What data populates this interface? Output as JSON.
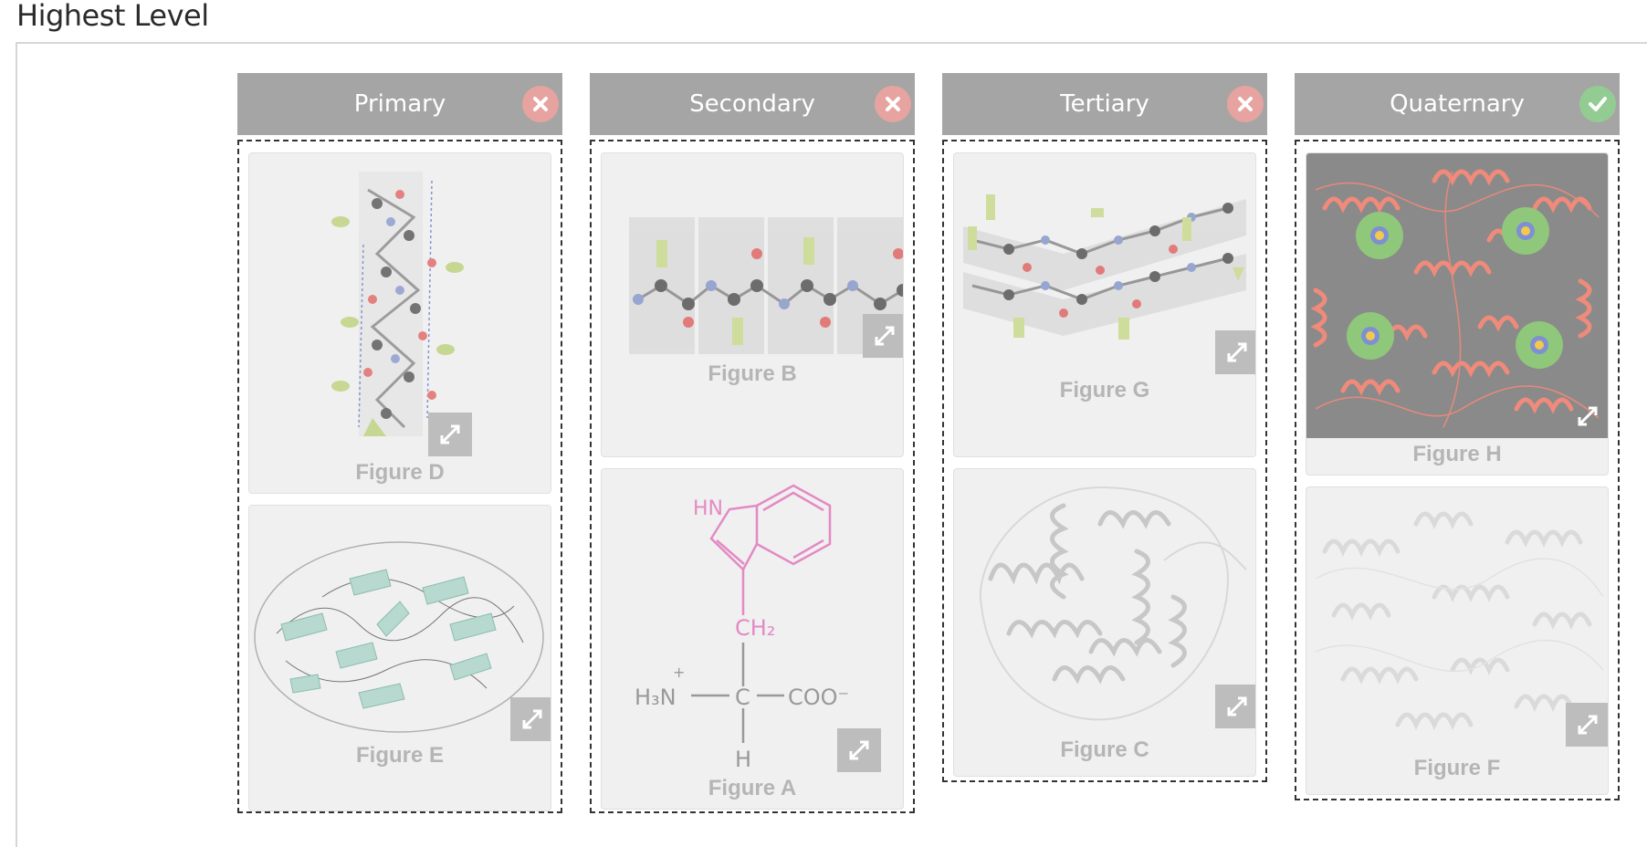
{
  "page": {
    "title": "Highest Level"
  },
  "columns": [
    {
      "label": "Primary",
      "status": "incorrect",
      "cards": [
        {
          "label": "Figure D"
        },
        {
          "label": "Figure E"
        }
      ]
    },
    {
      "label": "Secondary",
      "status": "incorrect",
      "cards": [
        {
          "label": "Figure B"
        },
        {
          "label": "Figure A"
        }
      ]
    },
    {
      "label": "Tertiary",
      "status": "incorrect",
      "cards": [
        {
          "label": "Figure G"
        },
        {
          "label": "Figure C"
        }
      ]
    },
    {
      "label": "Quaternary",
      "status": "correct",
      "cards": [
        {
          "label": "Figure H"
        },
        {
          "label": "Figure F"
        }
      ]
    }
  ],
  "figure_a": {
    "ring_nh": "HN",
    "side_chain": "CH₂",
    "amine": "H₃N",
    "charge_plus": "+",
    "carbon": "C",
    "carboxyl": "COO⁻",
    "hydrogen": "H"
  },
  "colors": {
    "header": "#a5a5a5",
    "incorrect": "#e7a3a0",
    "correct": "#93cc93",
    "helix": "#f08a7a",
    "molecule_pink": "#e38ac4"
  },
  "icons": {
    "incorrect": "close-icon",
    "correct": "check-icon",
    "expand": "expand-icon"
  }
}
